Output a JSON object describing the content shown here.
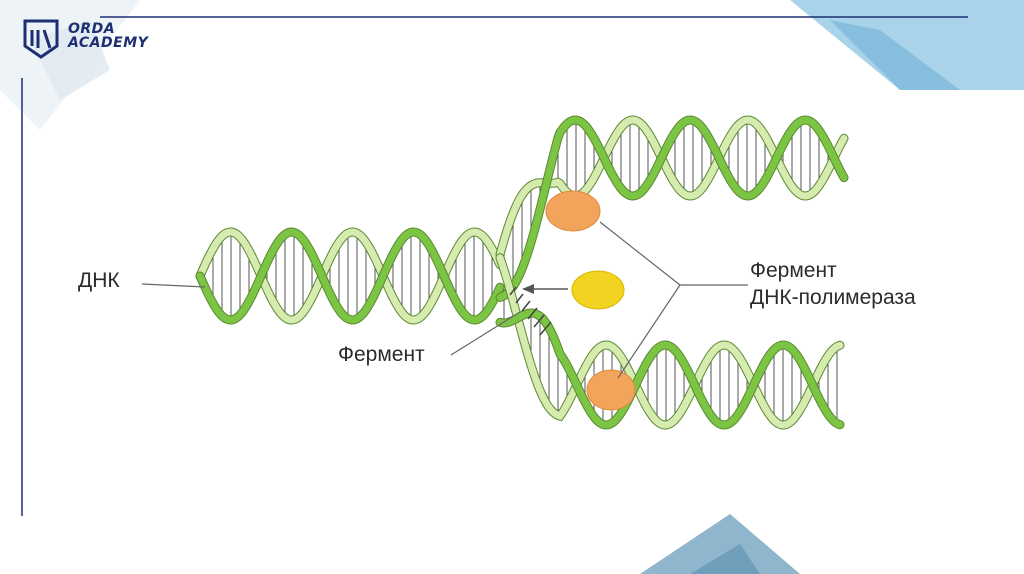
{
  "logo": {
    "line1": "ORDA",
    "line2": "ACADEMY",
    "colors": {
      "brand": "#1c2f73",
      "accent": "#9fc6dd"
    }
  },
  "diagram": {
    "labels": {
      "dna": "ДНК",
      "enzyme_left": "Фермент",
      "enzyme_right_line1": "Фермент",
      "enzyme_right_line2": "ДНК-полимераза"
    },
    "colors": {
      "strand_dark": "#7cc443",
      "strand_light": "#d6ebb0",
      "enzyme_orange": "#f2a45a",
      "enzyme_yellow": "#f3d321",
      "pointer": "#666666"
    }
  }
}
